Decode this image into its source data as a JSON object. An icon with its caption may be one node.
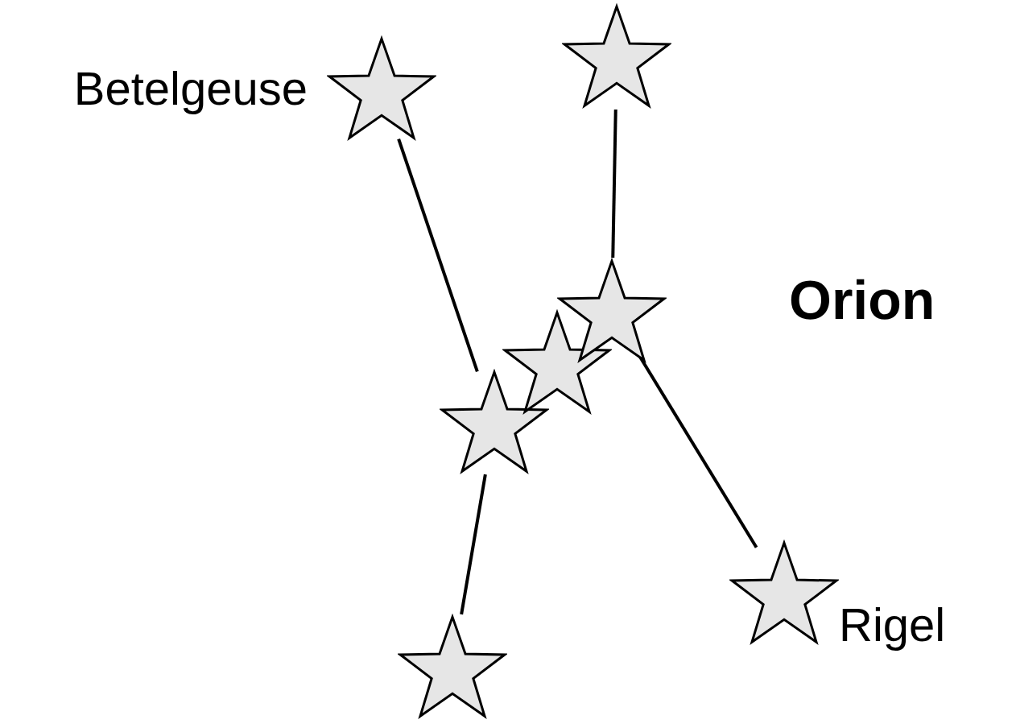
{
  "diagram": {
    "title": "Orion",
    "nodes": [
      {
        "text": [],
        "shape": "star",
        "beside": [
          "Betelgeuse"
        ]
      },
      {
        "text": [],
        "shape": "star"
      },
      {
        "text": [],
        "shape": "star"
      },
      {
        "text": [],
        "shape": "star"
      },
      {
        "text": [],
        "shape": "star"
      },
      {
        "text": [],
        "shape": "star",
        "beside": [
          "Rigel"
        ]
      },
      {
        "text": [],
        "shape": "star"
      }
    ],
    "edges": [
      {
        "from": 0,
        "to": 4,
        "arrow": "none"
      },
      {
        "from": 1,
        "to": 2,
        "arrow": "none"
      },
      {
        "from": 2,
        "to": 5,
        "arrow": "none"
      },
      {
        "from": 4,
        "to": 6,
        "arrow": "none"
      }
    ]
  }
}
